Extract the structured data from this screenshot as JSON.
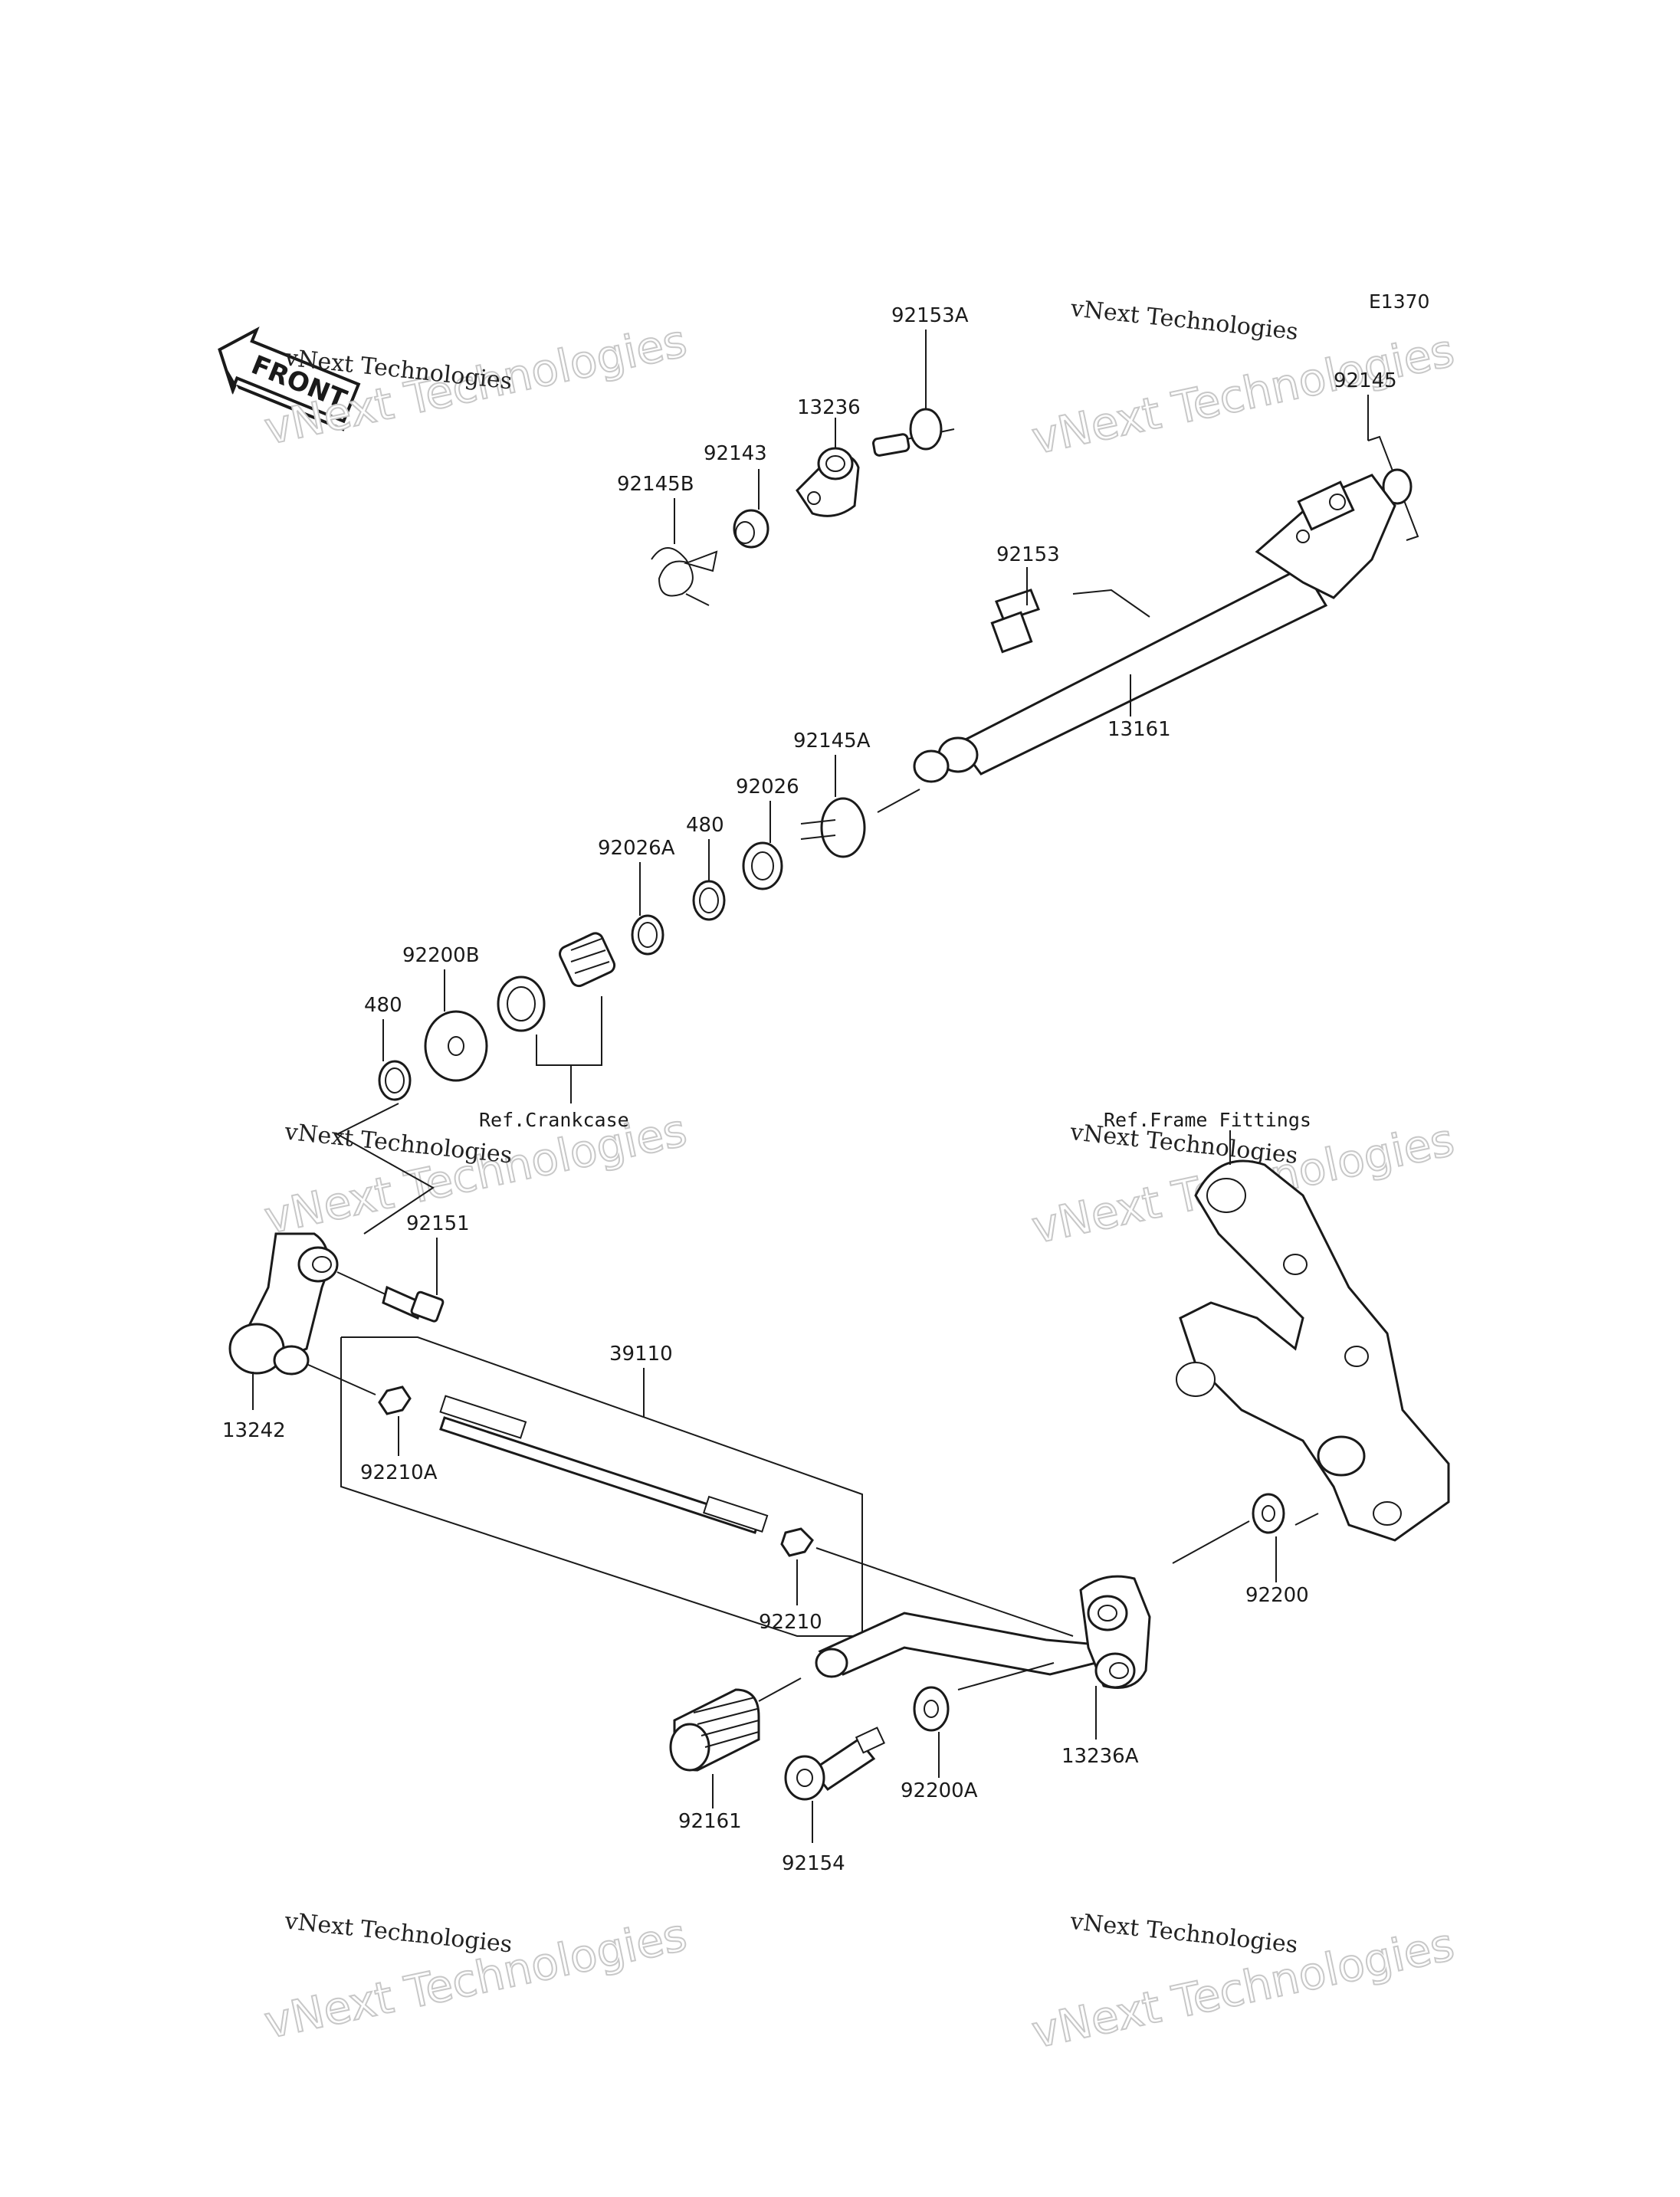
{
  "diagram_code": "E1370",
  "front_label": "FRONT",
  "watermark": {
    "line1": "vNext Technologies",
    "big": "vNext Technologies"
  },
  "labels": {
    "p92153A": "92153A",
    "p13236": "13236",
    "p92143": "92143",
    "p92145B": "92145B",
    "p92145": "92145",
    "p92153": "92153",
    "p13161": "13161",
    "p92145A": "92145A",
    "p92026": "92026",
    "p480_upper": "480",
    "p92026A": "92026A",
    "p92200B": "92200B",
    "p480_lower": "480",
    "ref_crankcase": "Ref.Crankcase",
    "ref_frame": "Ref.Frame Fittings",
    "p92151": "92151",
    "p39110": "39110",
    "p13242": "13242",
    "p92210A": "92210A",
    "p92210": "92210",
    "p92200": "92200",
    "p13236A": "13236A",
    "p92200A": "92200A",
    "p92161": "92161",
    "p92154": "92154"
  }
}
